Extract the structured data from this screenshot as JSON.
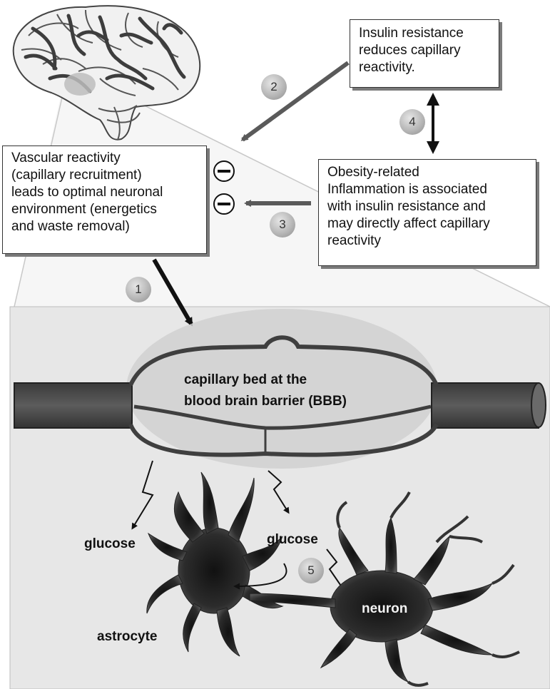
{
  "boxes": {
    "insulin": [
      "Insulin resistance",
      "reduces capillary",
      "reactivity."
    ],
    "vascular": [
      "Vascular reactivity",
      "(capillary recruitment)",
      "leads to optimal neuronal",
      "environment (energetics",
      "and waste removal)"
    ],
    "obesity": [
      "Obesity-related",
      "Inflammation is associated",
      "with insulin resistance and",
      "may directly affect capillary",
      "reactivity"
    ]
  },
  "steps": [
    "1",
    "2",
    "3",
    "4",
    "5"
  ],
  "labels": {
    "capillary_bed": [
      "capillary bed at the",
      "blood brain barrier (BBB)"
    ],
    "glucose_left": "glucose",
    "glucose_right": "glucose",
    "neuron": "neuron",
    "astrocyte": "astrocyte"
  },
  "inhibition_symbols": 2
}
